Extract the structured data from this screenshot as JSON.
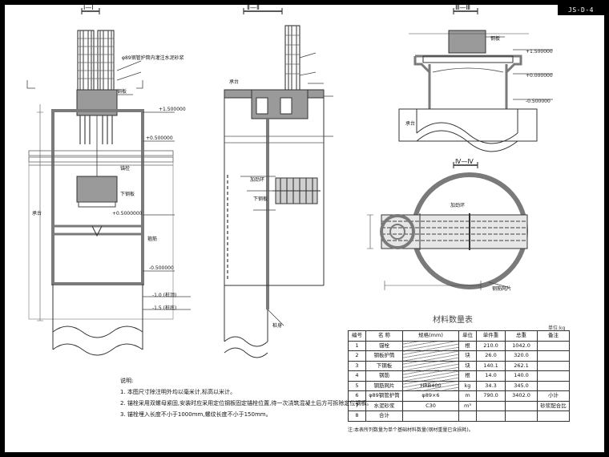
{
  "corner_tag": "JS-D-4",
  "views": {
    "front": {
      "title": "Ⅰ—Ⅰ"
    },
    "side": {
      "title": "Ⅱ—Ⅱ"
    },
    "top_detail": {
      "title": "Ⅲ—Ⅲ"
    },
    "plan": {
      "title": "Ⅳ—Ⅳ"
    }
  },
  "labels": {
    "pipe_note": "φ89钢管护筒内灌注水泥砂浆",
    "elev_top": "+1.500000",
    "elev_mid": "+0.500000",
    "elev_low": "-0.500000",
    "elev_bottom": "-1.0 (桩顶)",
    "elev_base": "-1.5 (桩底)",
    "plate": "钢板",
    "lower_plate": "下钢板",
    "pile_cap": "承台",
    "bolt": "锚栓",
    "bottom_elev": "+0.5000000",
    "side_label": "承台",
    "detail_label": "钢板",
    "detail_elev": "+0.000000",
    "ring": "加劲环",
    "hoop": "箍筋",
    "pile_body": "桩身",
    "plan_tag": "钢筋网片",
    "break_symbol": "~"
  },
  "qty_table": {
    "title": "材料数量表",
    "unit": "单位:kg",
    "headers": [
      "编号",
      "名 称",
      "规格(mm)",
      "单位",
      "单件重",
      "总重",
      "备注"
    ],
    "rows": [
      [
        "1",
        "锚栓",
        "",
        "根",
        "210.0",
        "1042.0",
        ""
      ],
      [
        "2",
        "钢板护筒",
        "",
        "块",
        "26.0",
        "320.0",
        ""
      ],
      [
        "3",
        "下钢板",
        "",
        "块",
        "140.1",
        "262.1",
        ""
      ],
      [
        "4",
        "钢筋",
        "",
        "根",
        "14.0",
        "140.0",
        ""
      ],
      [
        "5",
        "钢筋网片",
        "HRB400",
        "kg",
        "34.3",
        "345.0",
        ""
      ],
      [
        "6",
        "φ89钢管护筒",
        "φ89×6",
        "m",
        "790.0",
        "3402.0",
        "小计"
      ],
      [
        "7",
        "水泥砂浆",
        "C30",
        "m³",
        "",
        "",
        "砂浆配合比"
      ],
      [
        "8",
        "合计",
        "",
        "",
        "",
        "",
        ""
      ]
    ],
    "footer": "注:本表所列数量为单个基础材料数量(钢材重量已含损耗)。"
  },
  "notes": {
    "heading": "说明:",
    "items": [
      "1. 本图尺寸除注明外均以毫米计,标高以米计。",
      "2. 锚栓采用双螺母紧固,安装时应采用定位钢板固定锚栓位置,待一次浇筑混凝土后方可拆除定位钢板。",
      "3. 锚栓埋入长度不小于1000mm,螺纹长度不小于150mm。"
    ]
  }
}
